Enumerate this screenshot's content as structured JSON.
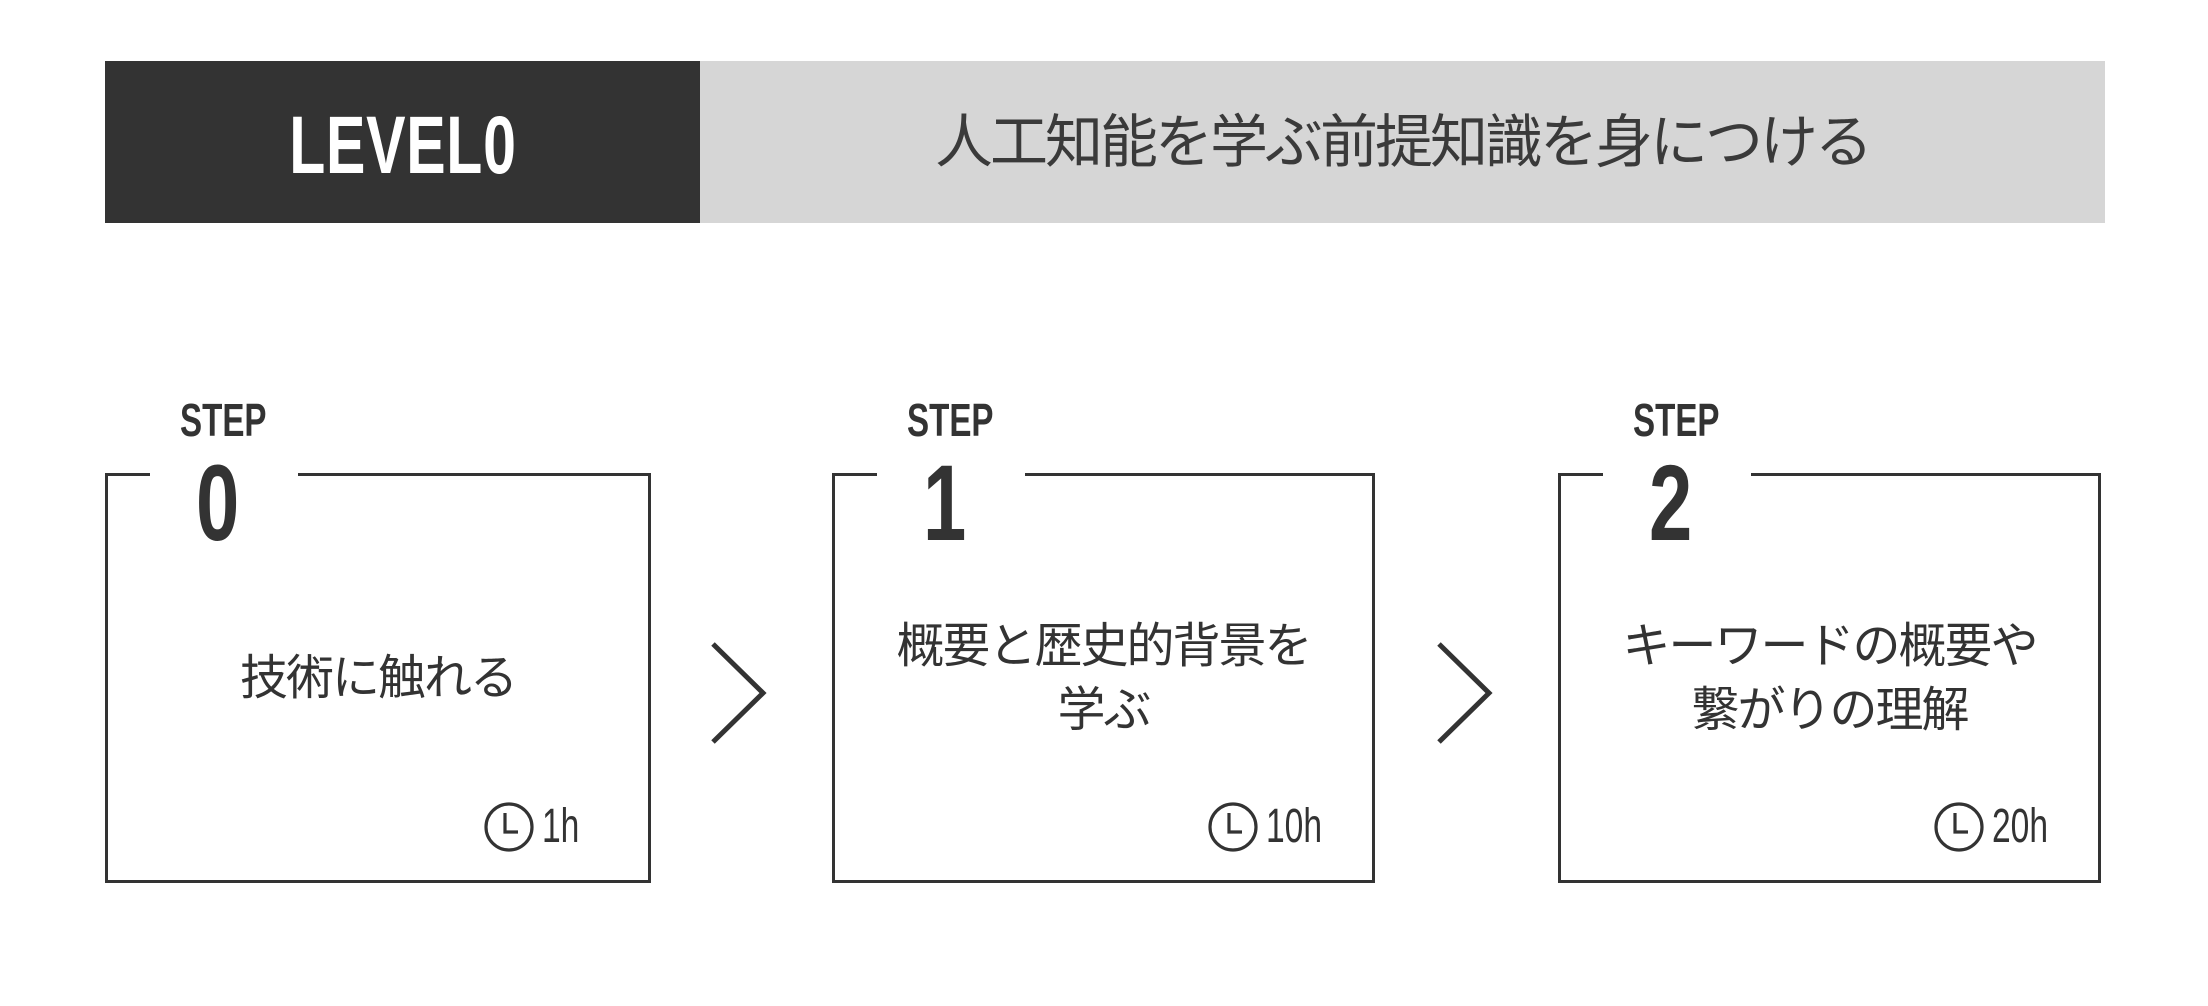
{
  "header": {
    "level": "LEVEL0",
    "title": "人工知能を学ぶ前提知識を身につける",
    "colors": {
      "level_bg": "#333333",
      "title_bg": "#d6d6d6",
      "level_text": "#ffffff",
      "title_text": "#3a3a3a"
    }
  },
  "steps": [
    {
      "label": "STEP",
      "number": "0",
      "description": "技術に触れる",
      "duration": "1h",
      "icon": "clock-icon"
    },
    {
      "label": "STEP",
      "number": "1",
      "description": "概要と歴史的背景を\n学ぶ",
      "duration": "10h",
      "icon": "clock-icon"
    },
    {
      "label": "STEP",
      "number": "2",
      "description": "キーワードの概要や\n繋がりの理解",
      "duration": "20h",
      "icon": "clock-icon"
    }
  ],
  "arrows": [
    {
      "icon": "chevron-right-icon"
    },
    {
      "icon": "chevron-right-icon"
    }
  ],
  "colors": {
    "line": "#333333",
    "background": "#ffffff"
  }
}
